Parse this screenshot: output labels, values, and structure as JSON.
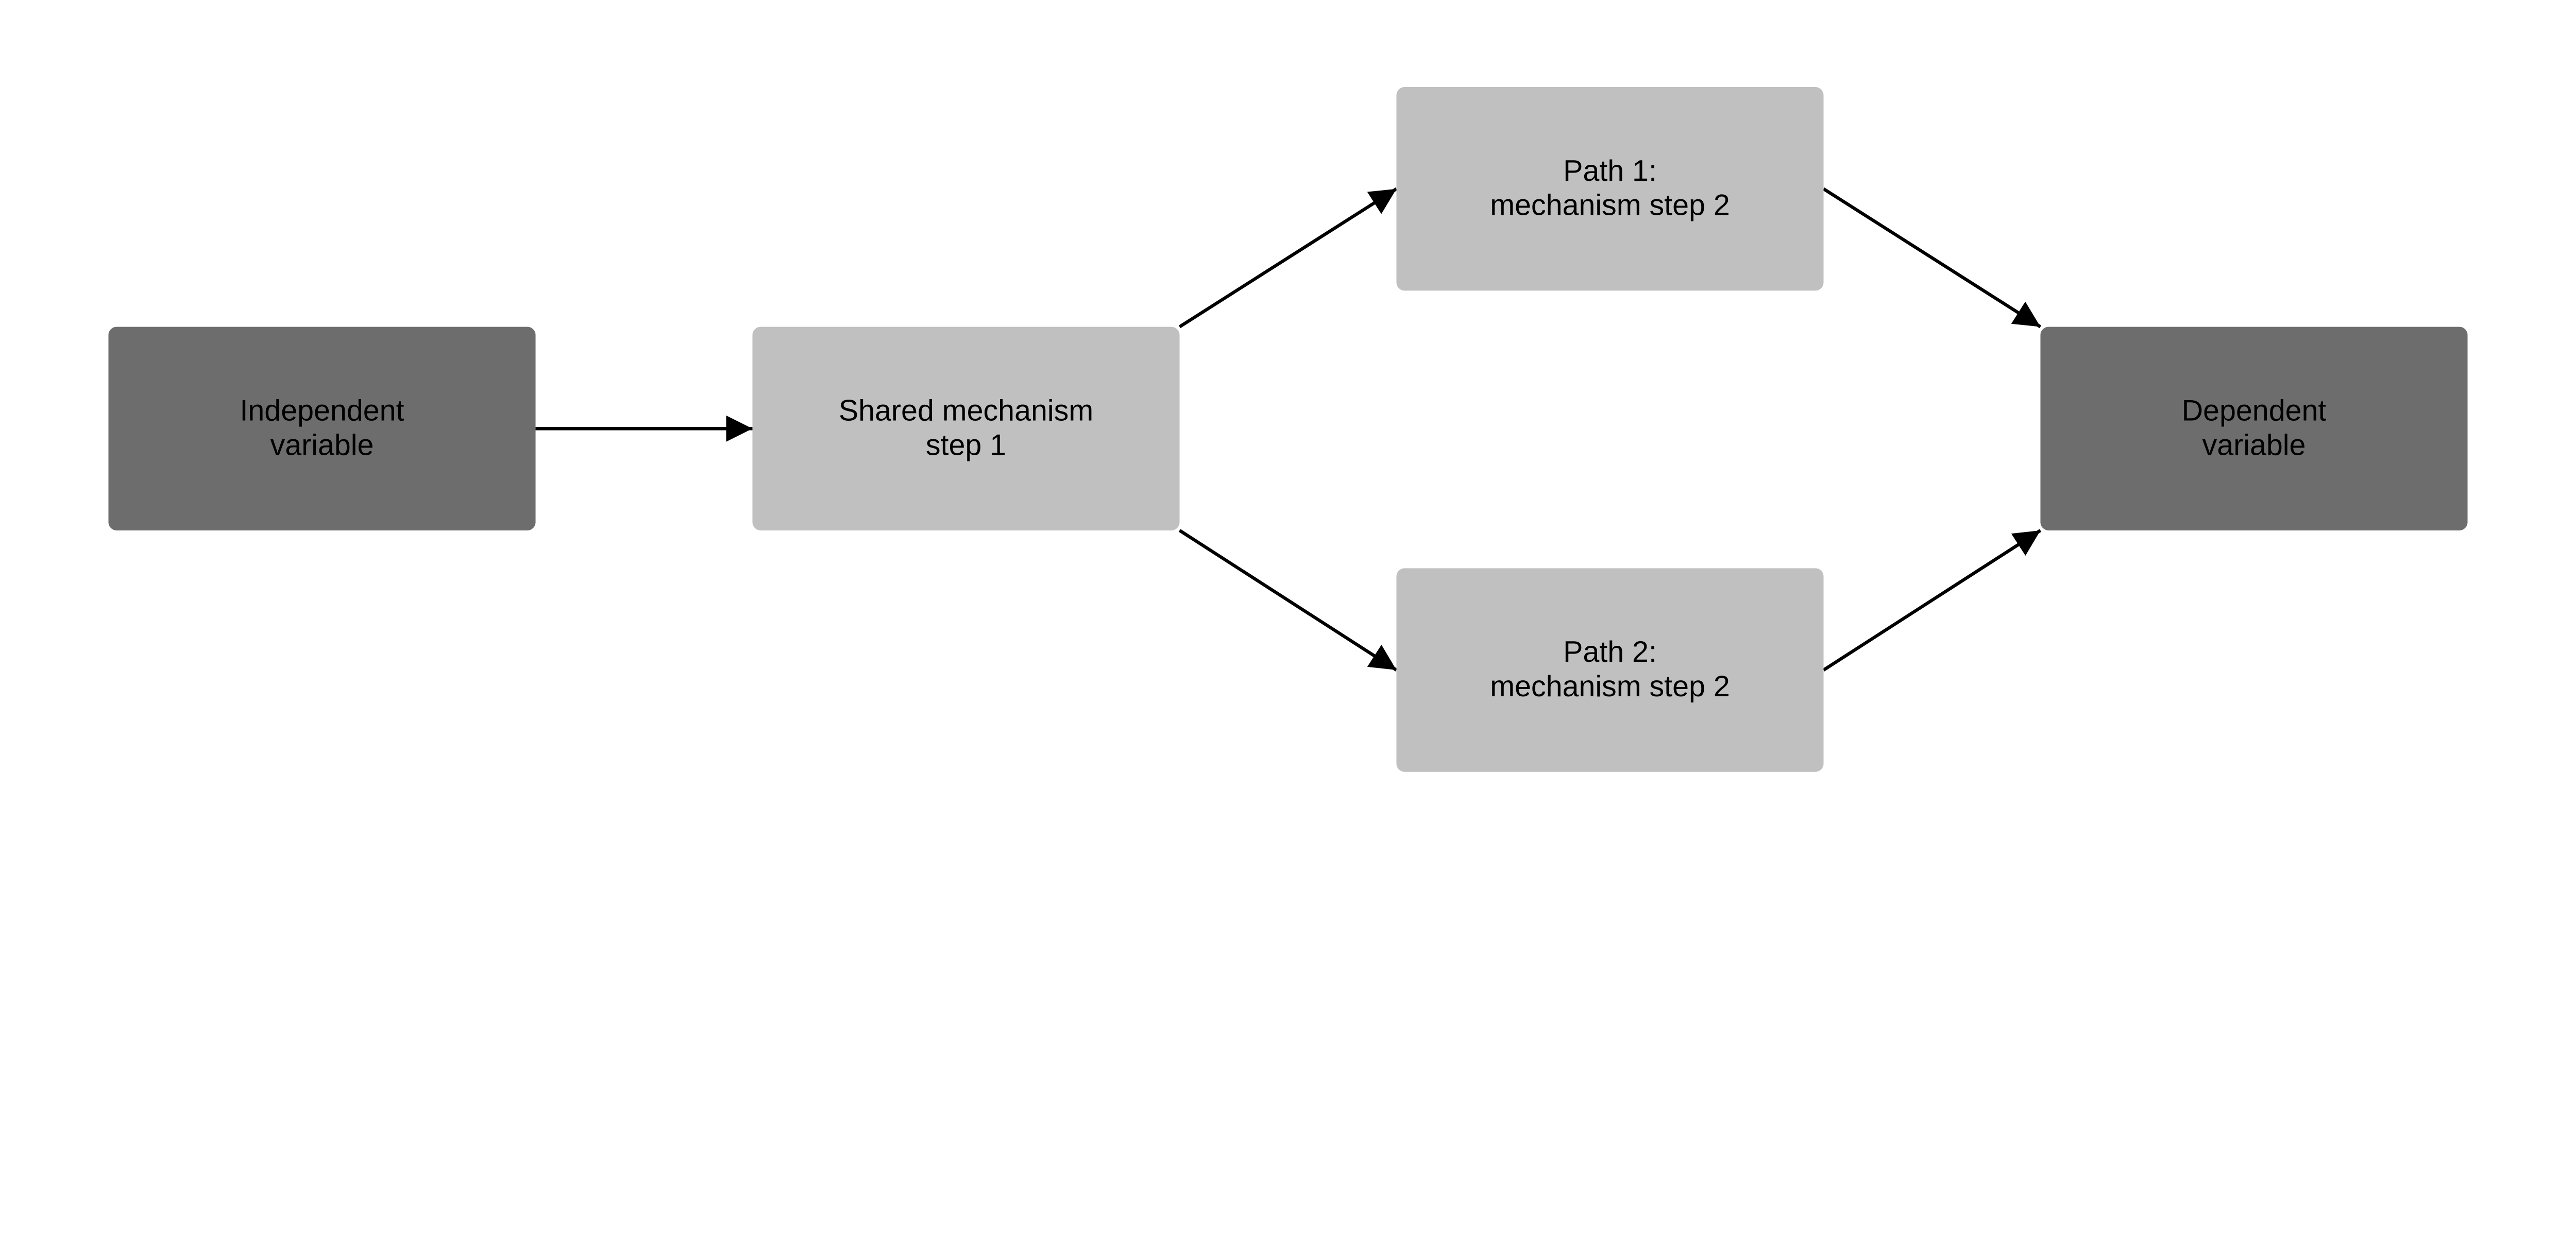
{
  "colors": {
    "outer_node": "#6d6d6d",
    "inner_node": "#c0c0c0",
    "edge": "#000000"
  },
  "nodes": [
    {
      "id": "iv",
      "lines": [
        "Independent",
        "variable"
      ],
      "style": "outer"
    },
    {
      "id": "shared",
      "lines": [
        "Shared mechanism",
        "step 1"
      ],
      "style": "inner"
    },
    {
      "id": "path1",
      "lines": [
        "Path 1:",
        "mechanism step 2"
      ],
      "style": "inner"
    },
    {
      "id": "path2",
      "lines": [
        "Path 2:",
        "mechanism step 2"
      ],
      "style": "inner"
    },
    {
      "id": "dv",
      "lines": [
        "Dependent",
        "variable"
      ],
      "style": "outer"
    }
  ],
  "edges": [
    {
      "from": "iv",
      "to": "shared"
    },
    {
      "from": "shared",
      "to": "path1"
    },
    {
      "from": "shared",
      "to": "path2"
    },
    {
      "from": "path1",
      "to": "dv"
    },
    {
      "from": "path2",
      "to": "dv"
    }
  ]
}
